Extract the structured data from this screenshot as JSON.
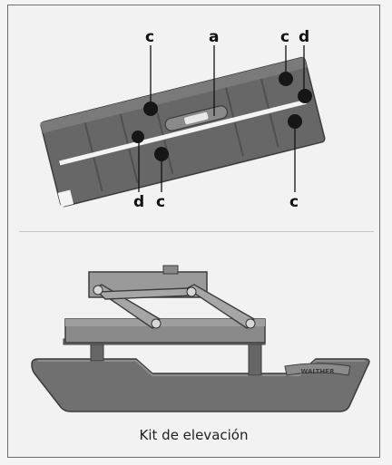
{
  "callouts": {
    "c_top_left": "c",
    "a_top": "a",
    "c_top_right": "c",
    "d_top_right": "d",
    "d_bottom_left": "d",
    "c_bottom_left": "c",
    "c_bottom_right": "c"
  },
  "caption": "Kit de elevación",
  "logo_text": "WALTHER",
  "colors": {
    "rail": "#676767",
    "rail_dark": "#4a4a4a",
    "screw": "#161616",
    "frame_border": "#6e6e6e",
    "background": "#f2f2f2"
  }
}
